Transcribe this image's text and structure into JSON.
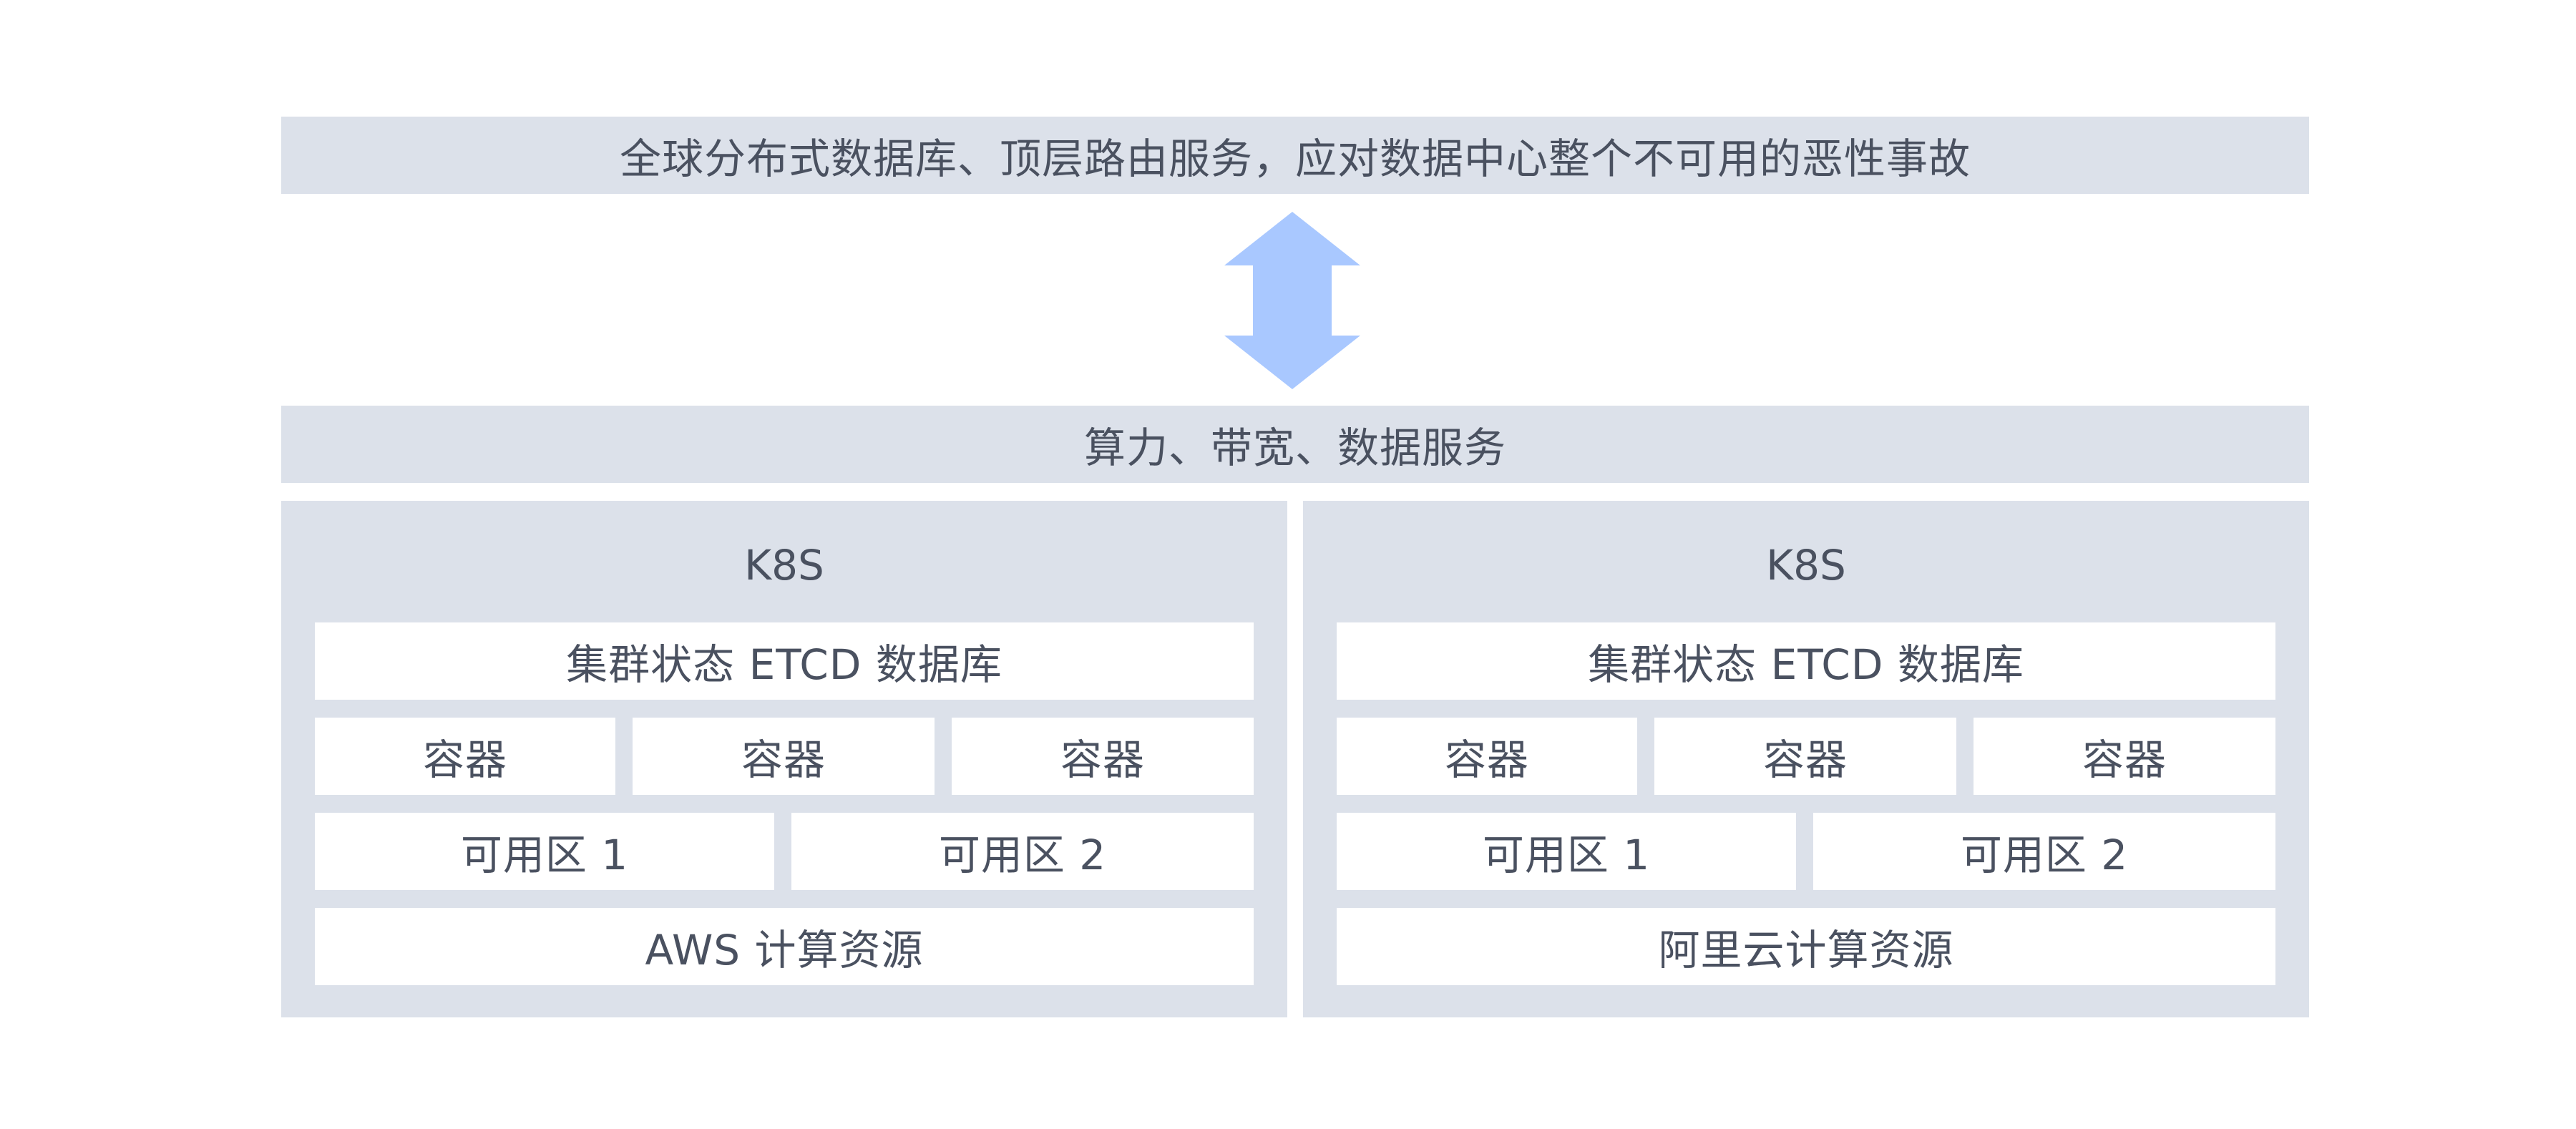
{
  "top_bar": {
    "label": "全球分布式数据库、顶层路由服务，应对数据中心整个不可用的恶性事故"
  },
  "arrow": {
    "icon": "double-vertical-arrow-icon",
    "color": "#a9c8ff"
  },
  "services_bar": {
    "label": "算力、带宽、数据服务"
  },
  "colors": {
    "panel": "#dce1ea",
    "box": "#ffffff",
    "text": "#4a5160"
  },
  "clusters": [
    {
      "title": "K8S",
      "etcd": "集群状态 ETCD 数据库",
      "containers": [
        "容器",
        "容器",
        "容器"
      ],
      "zones": [
        "可用区 1",
        "可用区 2"
      ],
      "resources": "AWS 计算资源"
    },
    {
      "title": "K8S",
      "etcd": "集群状态 ETCD 数据库",
      "containers": [
        "容器",
        "容器",
        "容器"
      ],
      "zones": [
        "可用区 1",
        "可用区 2"
      ],
      "resources": "阿里云计算资源"
    }
  ]
}
